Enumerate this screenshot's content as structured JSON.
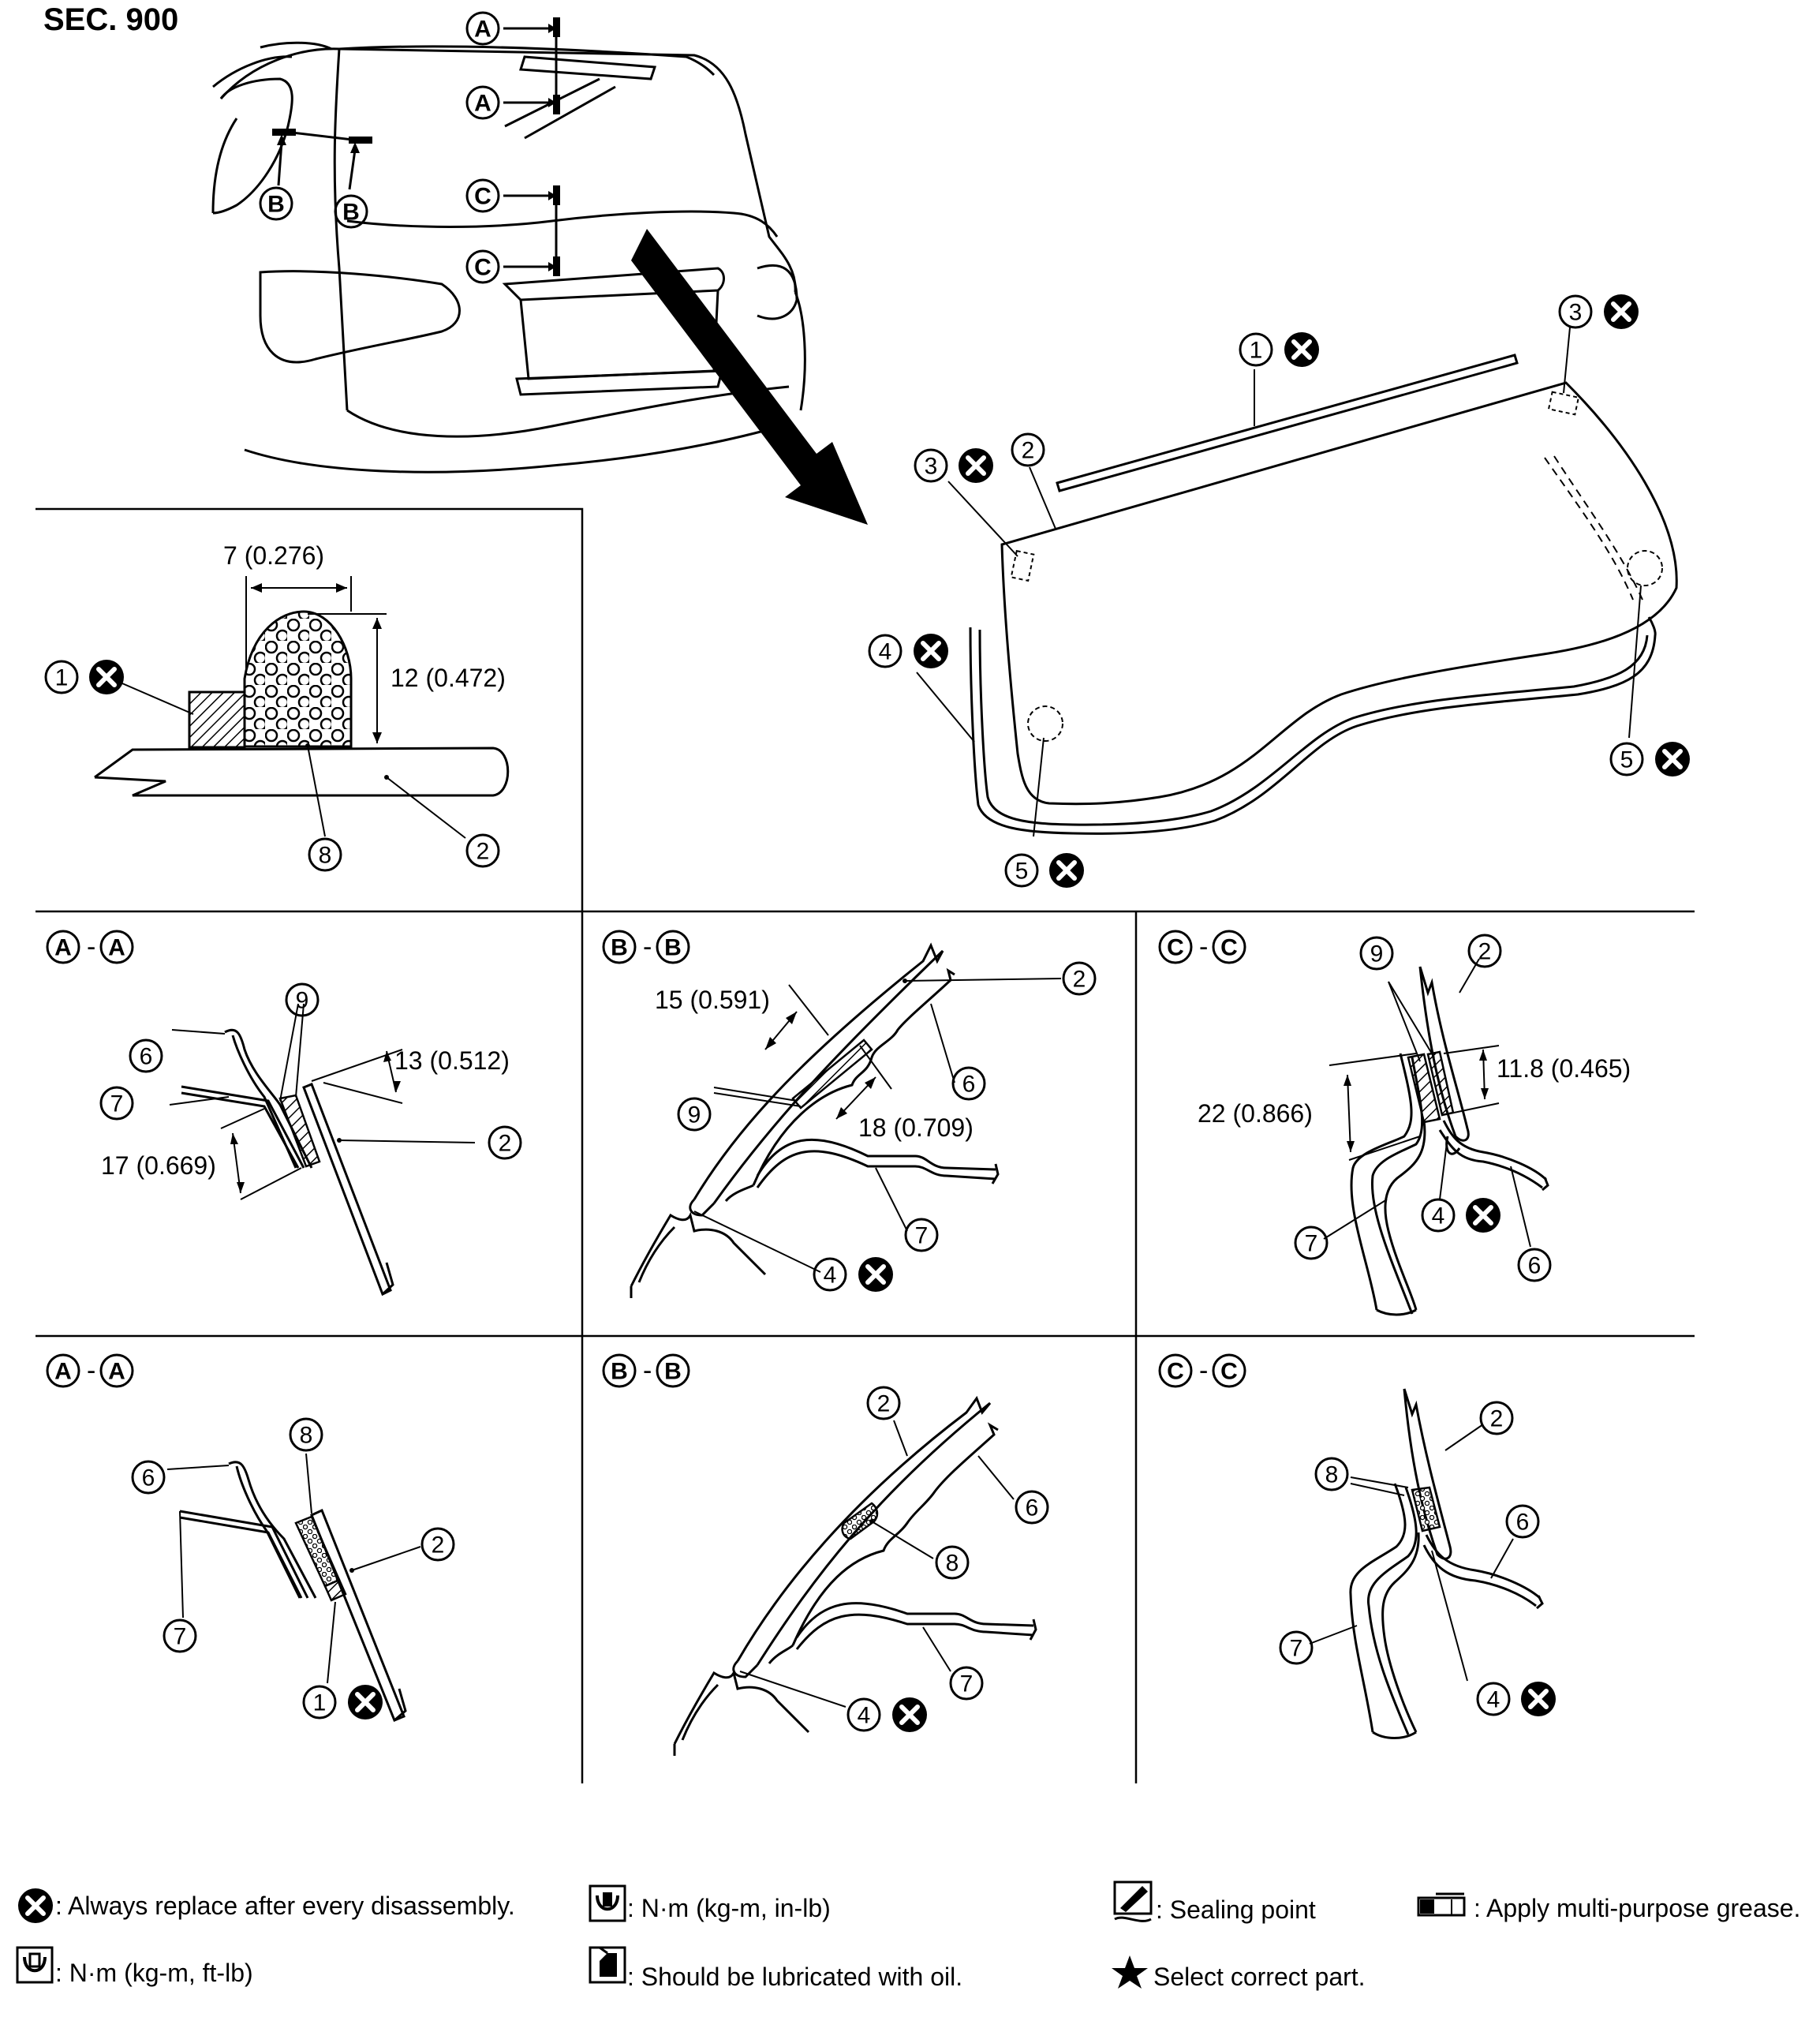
{
  "section_label": "SEC. 900",
  "dimensions": {
    "d_width": "7 (0.276)",
    "d_height": "12 (0.472)",
    "aa_upper": "13 (0.512)",
    "aa_lower": "17 (0.669)",
    "bb_upper": "15 (0.591)",
    "bb_lower": "18 (0.709)",
    "cc_upper": "11.8 (0.465)",
    "cc_lower": "22 (0.866)"
  },
  "markers": {
    "n1": "1",
    "n2": "2",
    "n3": "3",
    "n4": "4",
    "n5": "5",
    "n6": "6",
    "n7": "7",
    "n8": "8",
    "n9": "9",
    "A": "A",
    "B": "B",
    "C": "C",
    "dash": "-"
  },
  "legend": {
    "replace": ": Always replace after every disassembly.",
    "torque_in_lb": ": N·m (kg-m, in-lb)",
    "sealing": ": Sealing point",
    "grease": ": Apply multi-purpose grease.",
    "torque_ft_lb": ": N·m (kg-m, ft-lb)",
    "oil": ": Should be lubricated with oil.",
    "select": "Select correct part."
  },
  "icons": {
    "replace": "replace-x-icon",
    "torque_in_lb": "torque-wrench-in-lb-icon",
    "sealing": "sealing-point-icon",
    "grease": "grease-gun-icon",
    "torque_ft_lb": "torque-wrench-ft-lb-icon",
    "oil": "oil-can-icon",
    "select": "star-icon"
  }
}
